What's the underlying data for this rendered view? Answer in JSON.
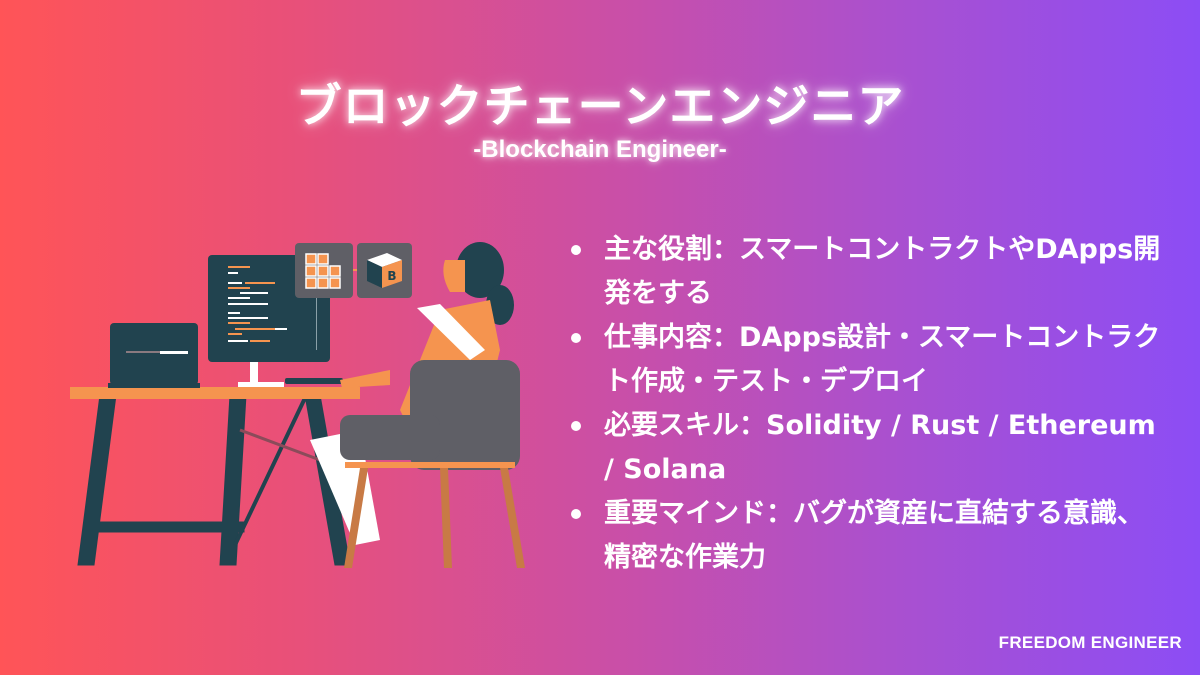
{
  "header": {
    "title": "ブロックチェーンエンジニア",
    "subtitle": "-Blockchain Engineer-"
  },
  "bullets": [
    {
      "label": "主な役割：スマートコントラクトやDApps開発をする"
    },
    {
      "label": "仕事内容：DApps設計・スマートコントラクト作成・テスト・デプロイ"
    },
    {
      "label": "必要スキル：Solidity / Rust / Ethereum / Solana"
    },
    {
      "label": "重要マインド：バグが資産に直結する意識、精密な作業力"
    }
  ],
  "footer": {
    "brand": "FREEDOM ENGINEER"
  },
  "illustration": {
    "coin_symbol": "B"
  },
  "colors": {
    "gradient_left": "#ff5457",
    "gradient_mid": "#c94fa8",
    "gradient_right": "#8c4df5",
    "dark_teal": "#21434f",
    "orange": "#f5944f",
    "chair_gray": "#5f5f66"
  }
}
